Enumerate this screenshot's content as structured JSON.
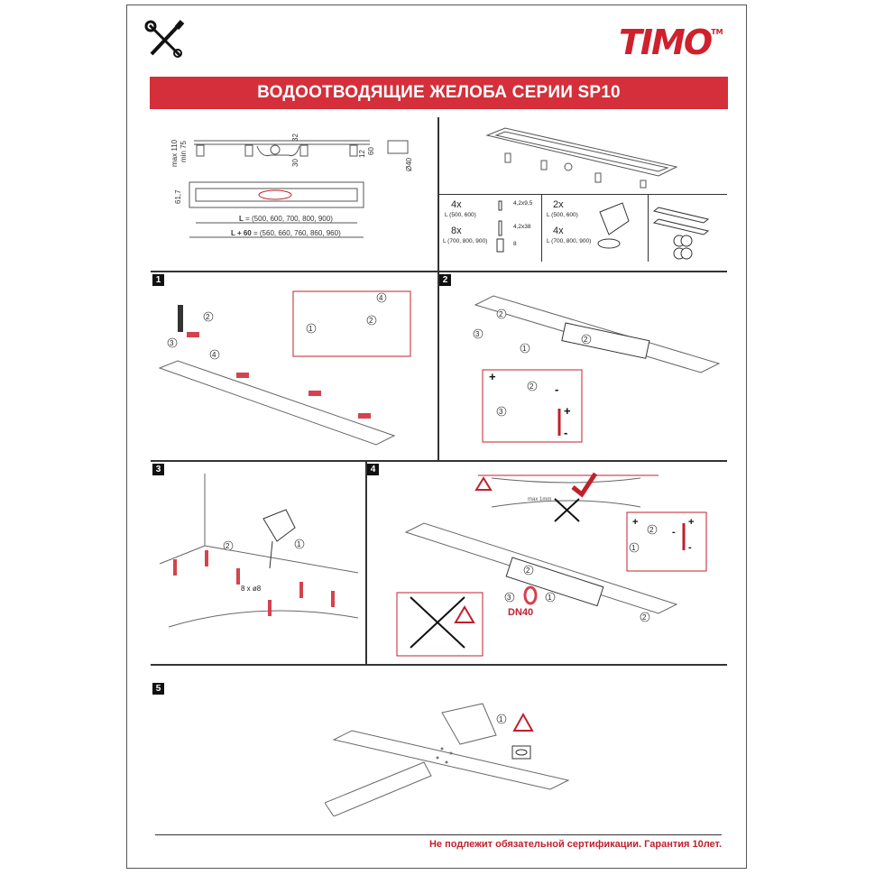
{
  "header": {
    "tools_icon": "wrench-screwdriver-icon",
    "logo_text": "TIMO",
    "logo_tm": "TM",
    "title": "ВОДООТВОДЯЩИЕ ЖЕЛОБА СЕРИИ SP10",
    "brand_color": "#d42f3a"
  },
  "dimensions": {
    "max_height": "max 110",
    "min_height": "min 75",
    "d32": "32",
    "d30": "30",
    "d12": "12",
    "d60": "60",
    "d40": "Ø40",
    "width": "61,7",
    "length_label": "L",
    "length_values": "= (500, 600, 700, 800, 900)",
    "length60_label": "L + 60",
    "length60_values": "= (560, 660, 760, 860, 960)"
  },
  "parts": {
    "screws": {
      "qty1": "4x",
      "range1": "L (500, 600)",
      "qty2": "8x",
      "range2": "L (700, 800, 900)",
      "screw1": "4,2x9,5",
      "screw2": "4,2x38",
      "dowel": "8"
    },
    "feet": {
      "qty1": "2x",
      "range1": "L (500, 600)",
      "qty2": "4x",
      "range2": "L (700, 800, 900)"
    }
  },
  "steps": [
    {
      "number": "1",
      "callouts": [
        "1",
        "2",
        "3",
        "4"
      ]
    },
    {
      "number": "2",
      "callouts": [
        "1",
        "2",
        "3"
      ],
      "plus": "+",
      "minus": "-"
    },
    {
      "number": "3",
      "callouts": [
        "1",
        "2"
      ],
      "drill_label": "8 x ø8"
    },
    {
      "number": "4",
      "callouts": [
        "1",
        "2",
        "3"
      ],
      "max_gap": "max 1mm",
      "pipe_label": "DN40",
      "plus": "+",
      "minus": "-"
    },
    {
      "number": "5",
      "callouts": [
        "1"
      ]
    }
  ],
  "footer": {
    "text": "Не подлежит обязательной сертификации. Гарантия 10лет.",
    "color": "#c0202c"
  }
}
